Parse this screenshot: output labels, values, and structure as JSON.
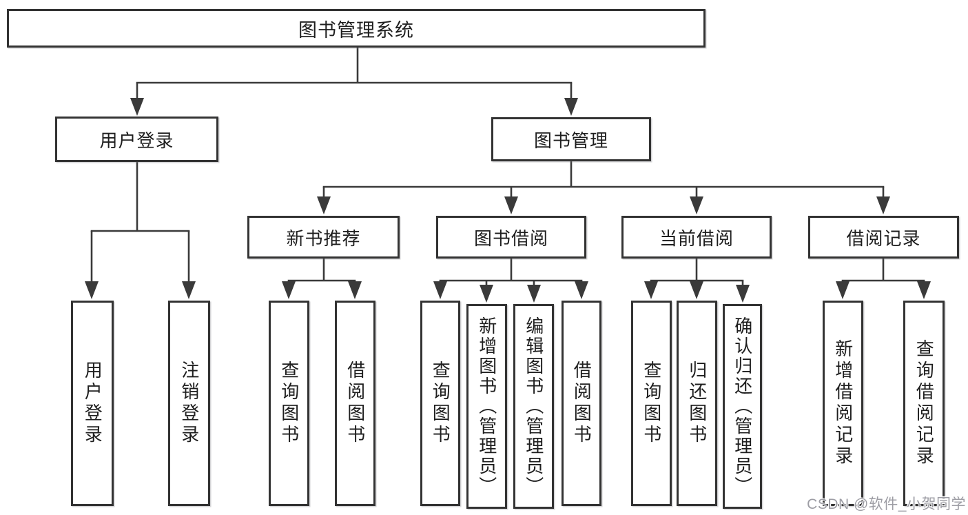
{
  "tree": {
    "label": "图书管理系统",
    "children": [
      {
        "label": "用户登录",
        "children": [
          {
            "label": "用户登录"
          },
          {
            "label": "注销登录"
          }
        ]
      },
      {
        "label": "图书管理",
        "children": [
          {
            "label": "新书推荐",
            "children": [
              {
                "label": "查询图书"
              },
              {
                "label": "借阅图书"
              }
            ]
          },
          {
            "label": "图书借阅",
            "children": [
              {
                "label": "查询图书"
              },
              {
                "label": "新增图书（管理员）"
              },
              {
                "label": "编辑图书（管理员）"
              },
              {
                "label": "借阅图书"
              }
            ]
          },
          {
            "label": "当前借阅",
            "children": [
              {
                "label": "查询图书"
              },
              {
                "label": "归还图书"
              },
              {
                "label": "确认归还（管理员）"
              }
            ]
          },
          {
            "label": "借阅记录",
            "children": [
              {
                "label": "新增借阅记录"
              },
              {
                "label": "查询借阅记录"
              }
            ]
          }
        ]
      }
    ]
  },
  "watermark": "CSDN @软件_小贺同学",
  "colors": {
    "line": "#3a3a3a",
    "box_border": "#333333",
    "text": "#1e1e1e",
    "watermark": "#9d9da4",
    "background": "#ffffff"
  }
}
